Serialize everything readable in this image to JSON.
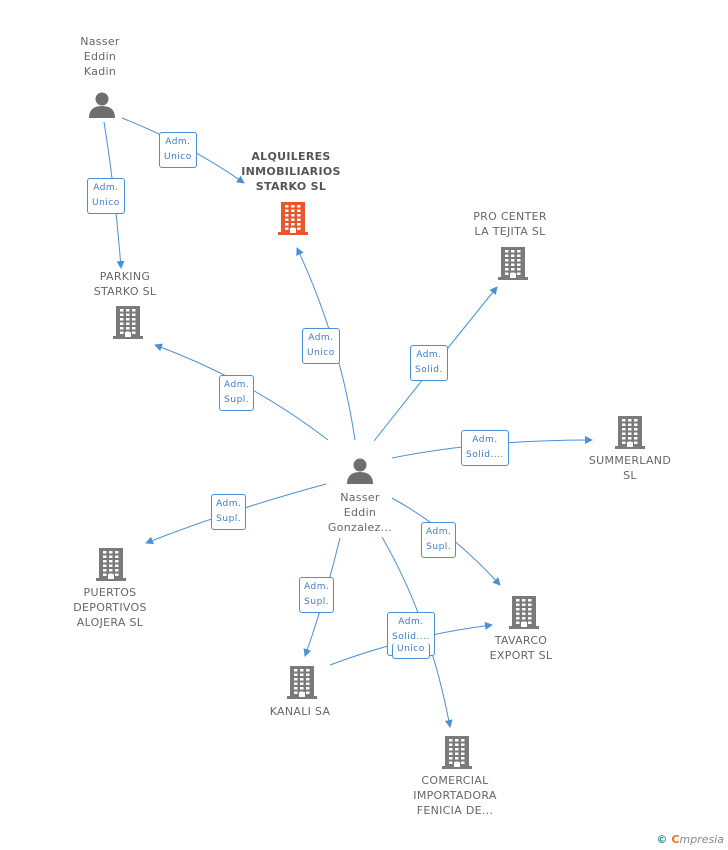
{
  "nodes": {
    "person_kadin": {
      "lines": [
        "Nasser",
        "Eddin",
        "Kadin"
      ],
      "icon": "person-icon"
    },
    "alquileres": {
      "lines": [
        "ALQUILERES",
        "INMOBILIARIOS",
        "STARKO  SL"
      ],
      "icon": "building-icon",
      "accent": "#e8562a"
    },
    "parking": {
      "lines": [
        "PARKING",
        "STARKO  SL"
      ],
      "icon": "building-icon"
    },
    "procenter": {
      "lines": [
        "PRO CENTER",
        "LA TEJITA  SL"
      ],
      "icon": "building-icon"
    },
    "summerland": {
      "lines": [
        "SUMMERLAND",
        "SL"
      ],
      "icon": "building-icon"
    },
    "person_gonzalez": {
      "lines": [
        "Nasser",
        "Eddin",
        "Gonzalez..."
      ],
      "icon": "person-icon"
    },
    "puertos": {
      "lines": [
        "PUERTOS",
        "DEPORTIVOS",
        "ALOJERA  SL"
      ],
      "icon": "building-icon"
    },
    "tavarco": {
      "lines": [
        "TAVARCO",
        "EXPORT SL"
      ],
      "icon": "building-icon"
    },
    "kanali": {
      "lines": [
        "KANALI SA"
      ],
      "icon": "building-icon"
    },
    "comercial": {
      "lines": [
        "COMERCIAL",
        "IMPORTADORA",
        "FENICIA DE..."
      ],
      "icon": "building-icon"
    }
  },
  "badges": {
    "kadin_alquileres": [
      "Adm.",
      "Unico"
    ],
    "kadin_parking": [
      "Adm.",
      "Unico"
    ],
    "gonz_alquileres": [
      "Adm.",
      "Unico"
    ],
    "gonz_procenter": [
      "Adm.",
      "Solid."
    ],
    "gonz_parking": [
      "Adm.",
      "Supl."
    ],
    "gonz_summerland": [
      "Adm.",
      "Solid...."
    ],
    "gonz_puertos": [
      "Adm.",
      "Supl."
    ],
    "gonz_tavarco": [
      "Adm.",
      "Supl."
    ],
    "gonz_kanali": [
      "Adm.",
      "Supl."
    ],
    "kanali_tavarco": [
      "Adm.",
      "Solid...."
    ],
    "kanali_tavarco_extra": "Unico"
  },
  "colors": {
    "edge": "#4a90d9",
    "building": "#7a7a7a",
    "building_main": "#e8562a",
    "person": "#6e6e6e"
  },
  "footer": {
    "copyright": "©",
    "brand_first": "C",
    "brand_rest": "mpresia"
  }
}
